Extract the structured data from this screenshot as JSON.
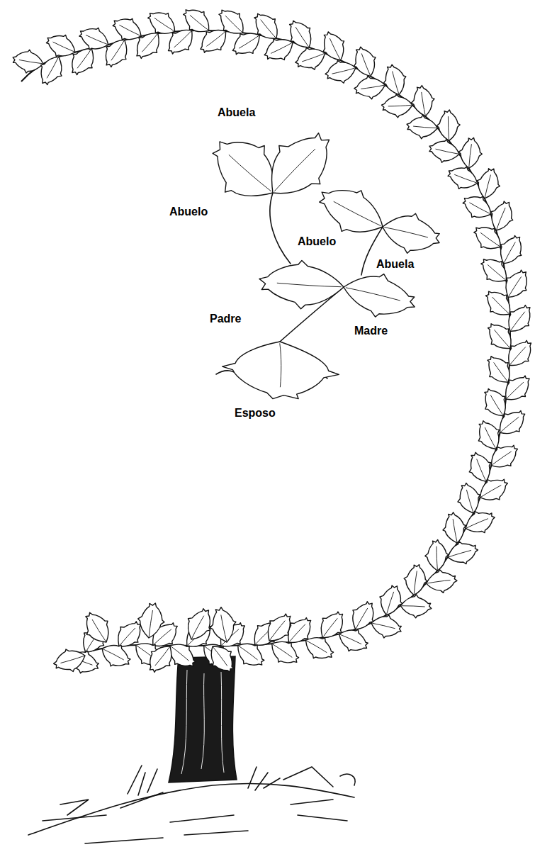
{
  "diagram": {
    "labels": [
      "Abuela",
      "Abuelo",
      "Abuelo",
      "Abuela",
      "Padre",
      "Madre",
      "Esposo"
    ]
  }
}
